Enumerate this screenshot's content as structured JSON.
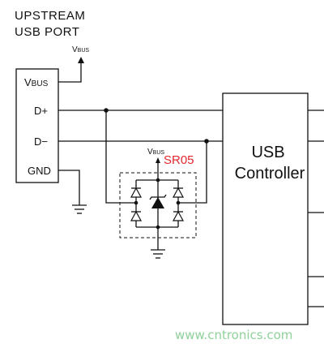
{
  "title": {
    "line1": "UPSTREAM",
    "line2": "USB PORT"
  },
  "connector": {
    "vbus_top": {
      "v": "V",
      "sub": "BUS"
    },
    "pin_vbus": {
      "v": "V",
      "sub": "BUS"
    },
    "pin_dplus": "D+",
    "pin_dminus": "D−",
    "pin_gnd": "GND"
  },
  "protection": {
    "vbus": {
      "v": "V",
      "sub": "BUS"
    },
    "part": "SR05"
  },
  "controller": {
    "line1": "USB",
    "line2": "Controller"
  },
  "watermark": "www.cntronics.com",
  "colors": {
    "line": "#111111",
    "part_label": "#e3262e",
    "watermark": "#8fd19a"
  }
}
